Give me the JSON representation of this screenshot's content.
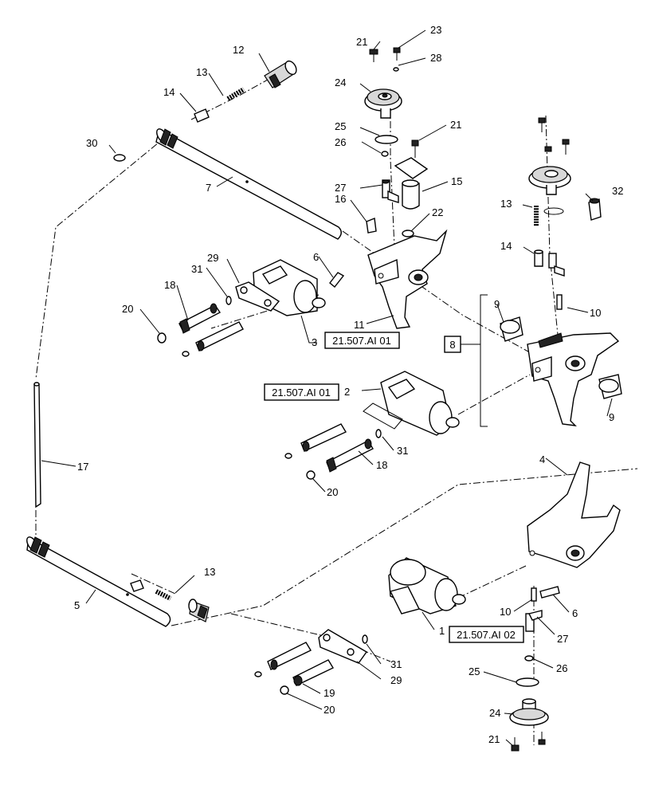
{
  "callouts": [
    {
      "id": "c1",
      "text": "1"
    },
    {
      "id": "c2",
      "text": "2"
    },
    {
      "id": "c3",
      "text": "3"
    },
    {
      "id": "c4",
      "text": "4"
    },
    {
      "id": "c5",
      "text": "5"
    },
    {
      "id": "c6a",
      "text": "6"
    },
    {
      "id": "c6b",
      "text": "6"
    },
    {
      "id": "c7",
      "text": "7"
    },
    {
      "id": "c9a",
      "text": "9"
    },
    {
      "id": "c9b",
      "text": "9"
    },
    {
      "id": "c10a",
      "text": "10"
    },
    {
      "id": "c10b",
      "text": "10"
    },
    {
      "id": "c11",
      "text": "11"
    },
    {
      "id": "c12",
      "text": "12"
    },
    {
      "id": "c13a",
      "text": "13"
    },
    {
      "id": "c13b",
      "text": "13"
    },
    {
      "id": "c13c",
      "text": "13"
    },
    {
      "id": "c14a",
      "text": "14"
    },
    {
      "id": "c14b",
      "text": "14"
    },
    {
      "id": "c15",
      "text": "15"
    },
    {
      "id": "c16",
      "text": "16"
    },
    {
      "id": "c17",
      "text": "17"
    },
    {
      "id": "c18a",
      "text": "18"
    },
    {
      "id": "c18b",
      "text": "18"
    },
    {
      "id": "c19",
      "text": "19"
    },
    {
      "id": "c20a",
      "text": "20"
    },
    {
      "id": "c20b",
      "text": "20"
    },
    {
      "id": "c20c",
      "text": "20"
    },
    {
      "id": "c21a",
      "text": "21"
    },
    {
      "id": "c21b",
      "text": "21"
    },
    {
      "id": "c21c",
      "text": "21"
    },
    {
      "id": "c22",
      "text": "22"
    },
    {
      "id": "c23",
      "text": "23"
    },
    {
      "id": "c24a",
      "text": "24"
    },
    {
      "id": "c24b",
      "text": "24"
    },
    {
      "id": "c25a",
      "text": "25"
    },
    {
      "id": "c25b",
      "text": "25"
    },
    {
      "id": "c26a",
      "text": "26"
    },
    {
      "id": "c26b",
      "text": "26"
    },
    {
      "id": "c27a",
      "text": "27"
    },
    {
      "id": "c27b",
      "text": "27"
    },
    {
      "id": "c28",
      "text": "28"
    },
    {
      "id": "c29a",
      "text": "29"
    },
    {
      "id": "c29b",
      "text": "29"
    },
    {
      "id": "c30",
      "text": "30"
    },
    {
      "id": "c31a",
      "text": "31"
    },
    {
      "id": "c31b",
      "text": "31"
    },
    {
      "id": "c31c",
      "text": "31"
    },
    {
      "id": "c32",
      "text": "32"
    }
  ],
  "assembly_box": "8",
  "references": [
    {
      "id": "ref3",
      "text": "21.507.AI 01"
    },
    {
      "id": "ref2",
      "text": "21.507.AI 01"
    },
    {
      "id": "ref1",
      "text": "21.507.AI 02"
    }
  ]
}
